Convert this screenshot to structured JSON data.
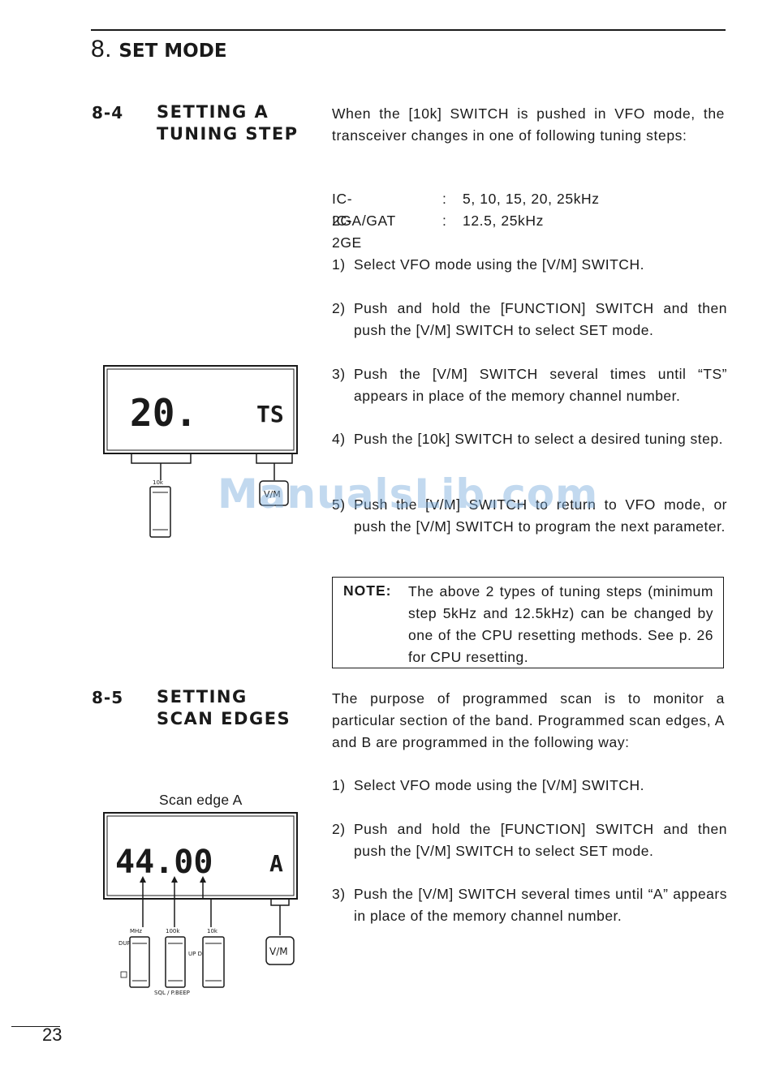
{
  "chapter": {
    "number": "8.",
    "title": "SET MODE"
  },
  "section_84": {
    "number": "8-4",
    "title_line1": "SETTING A",
    "title_line2": "TUNING STEP",
    "intro": "When the [10k] SWITCH is pushed in VFO mode, the transceiver changes in one of following tuning steps:",
    "specs": [
      {
        "model": "IC-2GA/GAT",
        "sep": ":",
        "value": "5, 10, 15, 20, 25kHz"
      },
      {
        "model": "IC-2GE",
        "sep": ":",
        "value": "12.5, 25kHz"
      }
    ],
    "steps": [
      {
        "num": "1)",
        "text": "Select VFO mode using the [V/M] SWITCH."
      },
      {
        "num": "2)",
        "text": "Push and hold the [FUNCTION] SWITCH and then push the [V/M] SWITCH to select SET mode."
      },
      {
        "num": "3)",
        "text": "Push the [V/M] SWITCH several times until “TS” appears in place of the memory channel number."
      },
      {
        "num": "4)",
        "text": "Push the [10k] SWITCH to select a desired tuning step."
      },
      {
        "num": "5)",
        "text": "Push the [V/M] SWITCH to return to VFO mode, or push the [V/M] SWITCH to program the next parameter."
      }
    ],
    "note_label": "NOTE:",
    "note_text": "The above 2 types of tuning steps (minimum step 5kHz and 12.5kHz) can be changed by one of the CPU resetting methods. See p. 26 for CPU resetting.",
    "display": {
      "digits": "20.",
      "indicator": "TS"
    },
    "button_labels": {
      "left": "10k",
      "right": "V/M"
    }
  },
  "section_85": {
    "number": "8-5",
    "title_line1": "SETTING",
    "title_line2": "SCAN EDGES",
    "intro": "The purpose of programmed scan is to monitor a particular section of the band. Programmed scan edges, A and B are programmed in the following way:",
    "steps": [
      {
        "num": "1)",
        "text": "Select VFO mode using the [V/M] SWITCH."
      },
      {
        "num": "2)",
        "text": "Push and hold the [FUNCTION] SWITCH and then push the [V/M] SWITCH to select SET mode."
      },
      {
        "num": "3)",
        "text": "Push the [V/M] SWITCH several times until “A” appears in place of the memory channel number."
      }
    ],
    "caption": "Scan edge A",
    "display": {
      "digits": "44.00",
      "indicator": "A"
    },
    "button_labels": {
      "mhz": "MHz",
      "k100": "100k",
      "k10": "10k",
      "vm": "V/M",
      "dup": "DUP",
      "updn": "UP DN",
      "sql": "SQL / P.BEEP"
    }
  },
  "watermark": "ManualsLib.com",
  "page_number": "23"
}
